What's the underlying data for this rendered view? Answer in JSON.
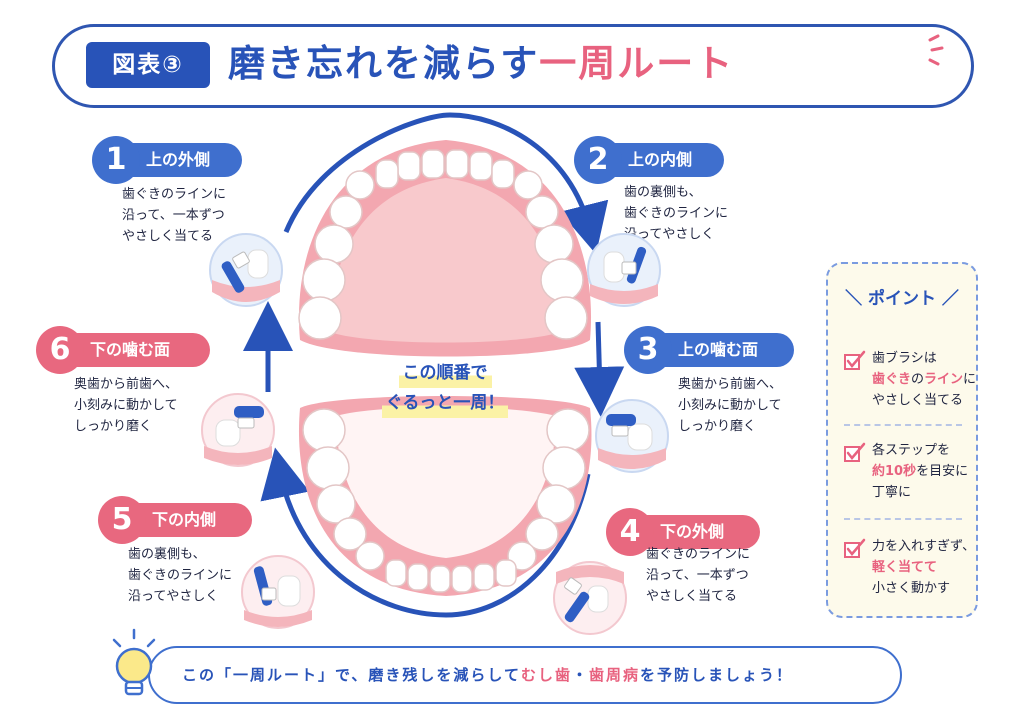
{
  "title": {
    "tag": "図表③",
    "main": "磨き忘れを減らす",
    "accent": "一周ルート"
  },
  "steps": [
    {
      "num": "1",
      "label": "上の外側",
      "color": "blue",
      "lines": [
        "歯ぐきのラインに",
        "沿って、一本ずつ",
        "やさしく当てる"
      ]
    },
    {
      "num": "2",
      "label": "上の内側",
      "color": "blue",
      "lines": [
        "歯の裏側も、",
        "歯ぐきのラインに",
        "沿ってやさしく"
      ]
    },
    {
      "num": "3",
      "label": "上の噛む面",
      "color": "blue",
      "lines": [
        "奥歯から前歯へ、",
        "小刻みに動かして",
        "しっかり磨く"
      ]
    },
    {
      "num": "4",
      "label": "下の外側",
      "color": "pink",
      "lines": [
        "歯ぐきのラインに",
        "沿って、一本ずつ",
        "やさしく当てる"
      ]
    },
    {
      "num": "5",
      "label": "下の内側",
      "color": "pink",
      "lines": [
        "歯の裏側も、",
        "歯ぐきのラインに",
        "沿ってやさしく"
      ]
    },
    {
      "num": "6",
      "label": "下の噛む面",
      "color": "pink",
      "lines": [
        "奥歯から前歯へ、",
        "小刻みに動かして",
        "しっかり磨く"
      ]
    }
  ],
  "center": {
    "line1": "この順番で",
    "line2": "ぐるっと一周！"
  },
  "points": {
    "title": "＼ ポイント ／",
    "items": [
      {
        "a": "歯ブラシは",
        "b1": "歯ぐき",
        "b2": "の",
        "b3": "ライン",
        "b4": "に",
        "c": "やさしく当てる"
      },
      {
        "a": "各ステップを",
        "b1": "約10秒",
        "b2": "を目安に",
        "c": "丁寧に"
      },
      {
        "a": "力を入れすぎず、",
        "b1": "軽く当てて",
        "c": "小さく動かす"
      }
    ]
  },
  "banner": {
    "p1": "この「一周ルート」で、磨き残しを減らして",
    "h1": "むし歯",
    "p2": "・",
    "h2": "歯周病",
    "p3": "を予防しましょう！"
  },
  "colors": {
    "blue": "#2853b8",
    "pink": "#e8627f",
    "gum": "#f5b9bd",
    "tooth": "#ffffff",
    "point_bg": "#fdfaeb"
  },
  "icons": [
    "toothbrush-icon",
    "check-icon",
    "lightbulb-icon",
    "sparkle-icon",
    "arrow-icon"
  ]
}
